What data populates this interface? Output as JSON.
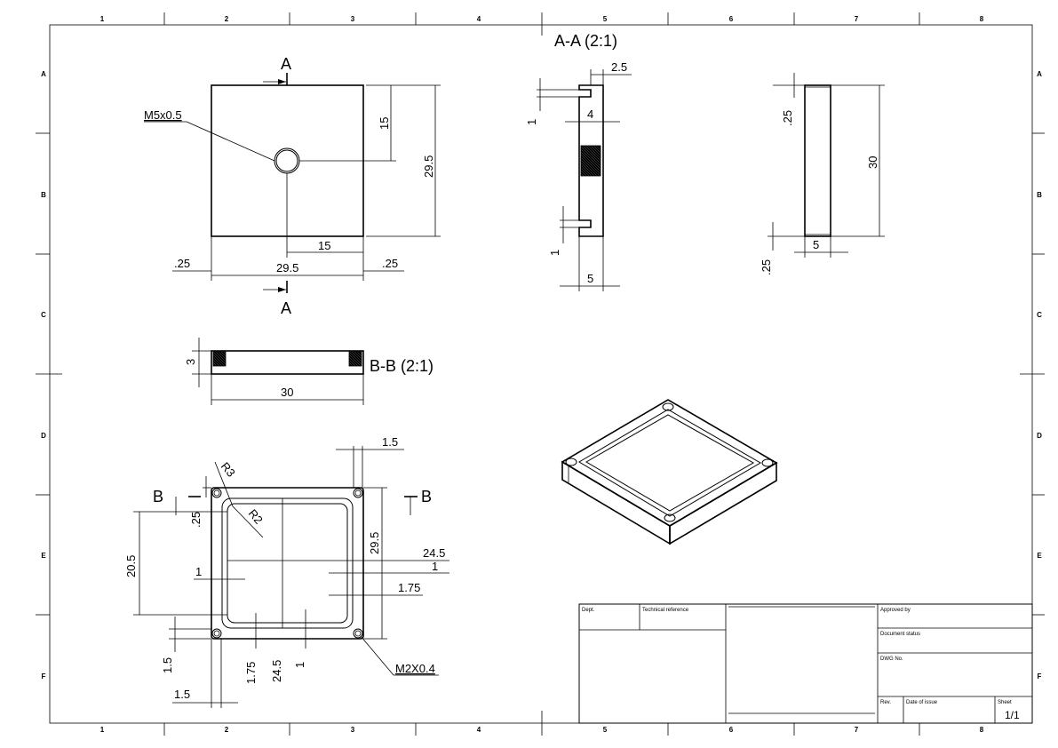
{
  "frame": {
    "columns": [
      "1",
      "2",
      "3",
      "4",
      "5",
      "6",
      "7",
      "8"
    ],
    "rows": [
      "A",
      "B",
      "C",
      "D",
      "E",
      "F"
    ]
  },
  "views": {
    "section_aa_title": "A-A (2:1)",
    "section_bb_title": "B-B (2:1)",
    "cut_a_top": "A",
    "cut_a_bottom": "A",
    "cut_b_left": "B",
    "cut_b_right": "B"
  },
  "callouts": {
    "thread_center": "M5x0.5",
    "thread_corner": "M2X0.4",
    "radius_outer": "R3",
    "radius_inner": "R2"
  },
  "dims_front": {
    "half_h": "15",
    "height": "29.5",
    "half_w": "15",
    "width": "29.5",
    "left_off": ".25",
    "right_off": ".25"
  },
  "dims_aa": {
    "slot_w": "2.5",
    "top_gap": "1",
    "depth": "4",
    "bottom_gap": "1",
    "thickness": "5"
  },
  "dims_side": {
    "top_off": ".25",
    "height": "30",
    "thickness": "5",
    "bottom_off": ".25"
  },
  "dims_bb": {
    "height": "3",
    "width": "30"
  },
  "dims_bottom": {
    "hole_dia": "1.5",
    "corner_off": ".25",
    "height_inner": "20.5",
    "height_29": "29.5",
    "width_245": "24.5",
    "wall_right": "1",
    "pocket_175": "1.75",
    "wall_left": "1",
    "hole_off_v": "1.5",
    "pocket_175_b": "1.75",
    "height_245": "24.5",
    "wall_bottom": "1",
    "hole_off_h": "1.5"
  },
  "title_block": {
    "dept": "Dept.",
    "technical_reference": "Technical reference",
    "approved_by": "Approved by",
    "document_status": "Document status",
    "dwg_no": "DWG No.",
    "rev": "Rev.",
    "date_of_issue": "Date of issue",
    "sheet": "Sheet",
    "sheet_value": "1/1"
  },
  "colors": {
    "line": "#000000",
    "paper": "#ffffff"
  }
}
